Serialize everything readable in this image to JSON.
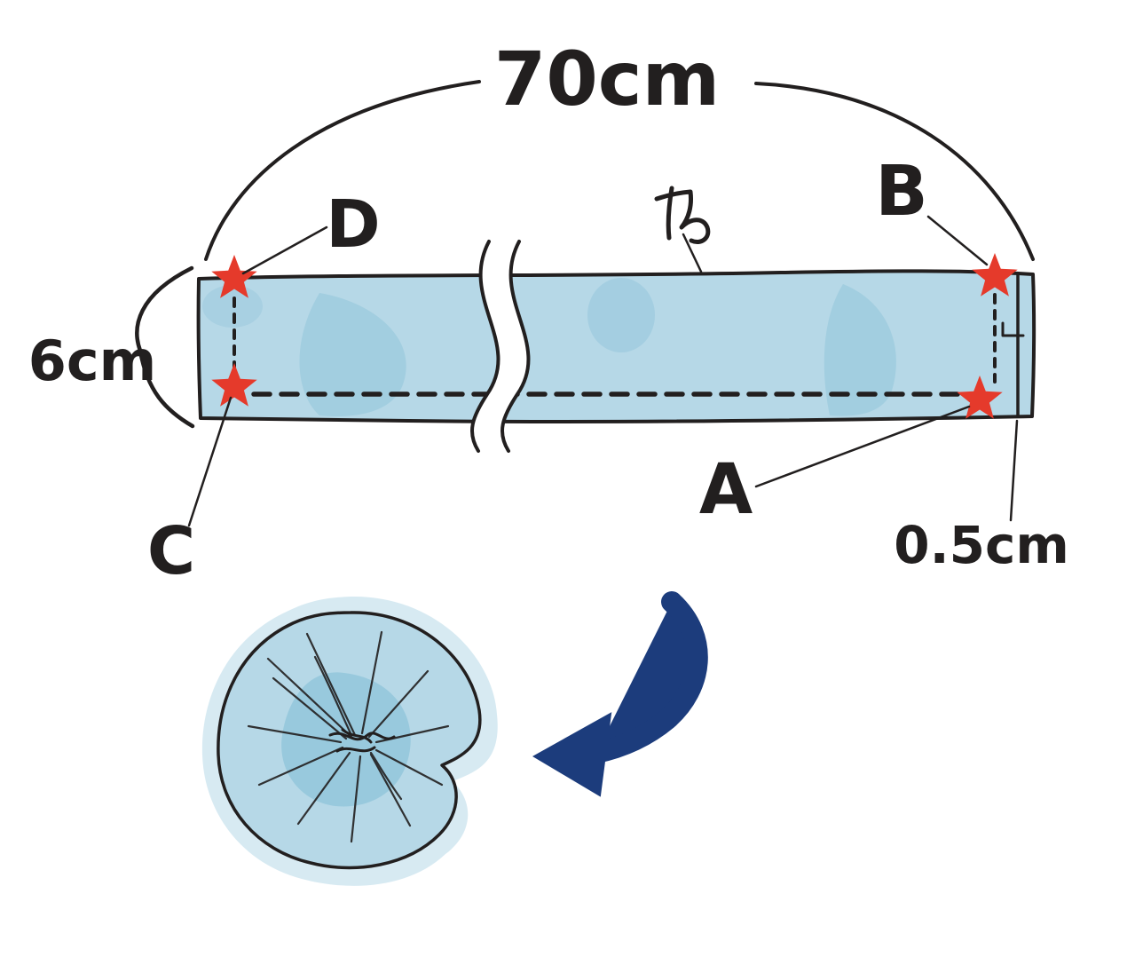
{
  "labels": {
    "width": "70cm",
    "height": "6cm",
    "fold": "わ",
    "point_a": "A",
    "point_b": "B",
    "point_c": "C",
    "point_d": "D",
    "seam": "0.5cm"
  },
  "colors": {
    "fabric": "#b6d8e7",
    "fabric_dark": "#8ec4da",
    "star": "#e53a2b",
    "arrow": "#1c3c7c",
    "ink": "#221f1f",
    "bg": "#ffffff"
  }
}
